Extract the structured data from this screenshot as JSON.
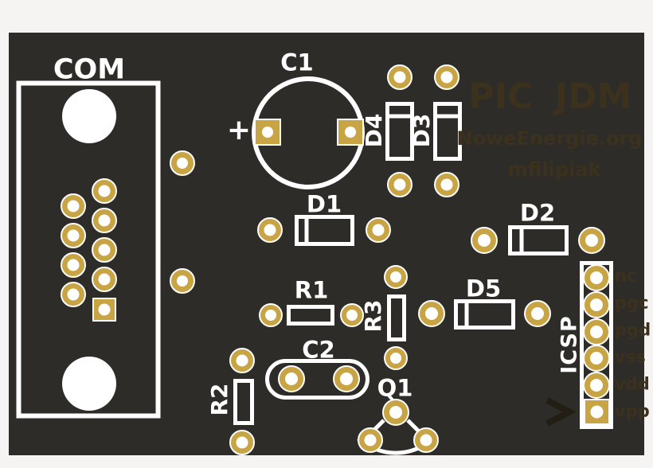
{
  "labels": {
    "com": "COM",
    "c1": "C1",
    "c1_polarity": "+",
    "d4": "D4",
    "d3": "D3",
    "d1": "D1",
    "d2": "D2",
    "r1": "R1",
    "r3": "R3",
    "d5": "D5",
    "c2": "C2",
    "r2": "R2",
    "q1": "Q1",
    "icsp": "ICSP"
  },
  "copper_text": {
    "title": "PIC JDM",
    "website": "NoweEnergie.org",
    "author": "mfilipiak"
  },
  "icsp_pins": [
    "nc",
    "pgc",
    "pgd",
    "vss",
    "vdd",
    "vpp"
  ],
  "colors": {
    "background": "#f5f4f2",
    "board": "#2e2c29",
    "silkscreen": "#ffffff",
    "pad_gold": "#c9a445",
    "copper_text": "#3b311d",
    "arrow": "#231e13"
  }
}
